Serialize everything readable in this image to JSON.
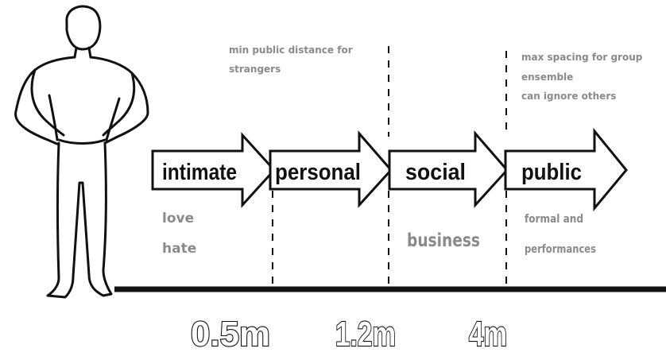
{
  "zones": [
    {
      "label": "intimate",
      "notes": [
        "love",
        "hate"
      ]
    },
    {
      "label": "personal",
      "notes": []
    },
    {
      "label": "social",
      "notes": [
        "business"
      ]
    },
    {
      "label": "public",
      "notes": [
        "formal and",
        "performances"
      ]
    }
  ],
  "boundary_notes": {
    "personal_public": [
      "min public distance for",
      "strangers"
    ],
    "public_max": [
      "max spacing for group",
      "ensemble",
      "can ignore others"
    ]
  },
  "distances": [
    "0.5m",
    "1.2m",
    "4m"
  ],
  "colors": {
    "ink": "#111111",
    "note_grey": "#8a8a8a",
    "background": "#ffffff"
  }
}
